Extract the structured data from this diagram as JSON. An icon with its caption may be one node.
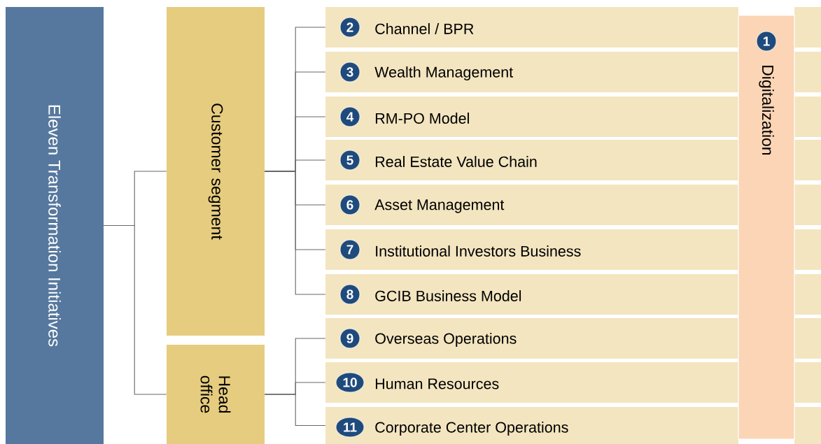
{
  "diagram": {
    "nodes": [
      {
        "text": [
          "Eleven Transformation Initiatives"
        ]
      },
      {
        "text": [
          "Customer segment"
        ]
      },
      {
        "text": [
          "Head office"
        ]
      },
      {
        "text": [
          "2",
          "Channel / BPR"
        ]
      },
      {
        "text": [
          "3",
          "Wealth Management"
        ]
      },
      {
        "text": [
          "4",
          "RM-PO Model"
        ]
      },
      {
        "text": [
          "5",
          "Real Estate Value Chain"
        ]
      },
      {
        "text": [
          "6",
          "Asset Management"
        ]
      },
      {
        "text": [
          "7",
          "Institutional Investors Business"
        ]
      },
      {
        "text": [
          "8",
          "GCIB Business Model"
        ]
      },
      {
        "text": [
          "9",
          "Overseas Operations"
        ]
      },
      {
        "text": [
          "10",
          "Human Resources"
        ]
      },
      {
        "text": [
          "11",
          "Corporate Center Operations"
        ]
      },
      {
        "text": [
          "1",
          "Digitalization"
        ]
      }
    ],
    "edges": [
      {
        "from": 0,
        "to": 1,
        "arrow": "none"
      },
      {
        "from": 0,
        "to": 2,
        "arrow": "none"
      },
      {
        "from": 1,
        "to": 3,
        "arrow": "none"
      },
      {
        "from": 1,
        "to": 4,
        "arrow": "none"
      },
      {
        "from": 1,
        "to": 5,
        "arrow": "none"
      },
      {
        "from": 1,
        "to": 6,
        "arrow": "none"
      },
      {
        "from": 1,
        "to": 7,
        "arrow": "none"
      },
      {
        "from": 1,
        "to": 8,
        "arrow": "none"
      },
      {
        "from": 1,
        "to": 9,
        "arrow": "none"
      },
      {
        "from": 2,
        "to": 10,
        "arrow": "none"
      },
      {
        "from": 2,
        "to": 11,
        "arrow": "none"
      },
      {
        "from": 2,
        "to": 12,
        "arrow": "none"
      }
    ]
  }
}
